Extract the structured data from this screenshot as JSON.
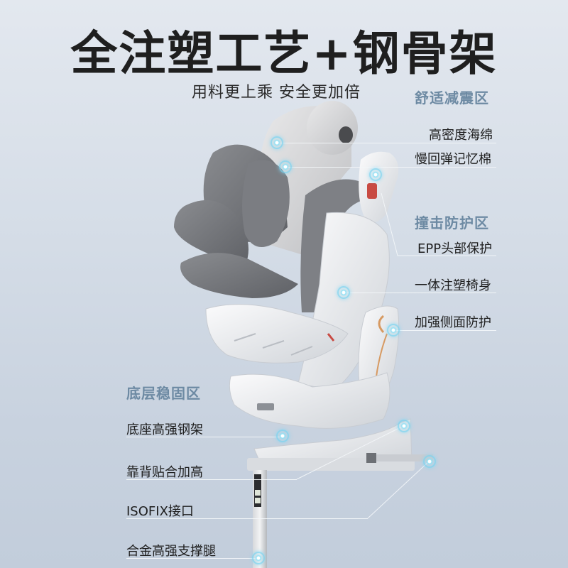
{
  "header": {
    "headline": "全注塑工艺+钢骨架",
    "subline": "用料更上乘 安全更加倍"
  },
  "zones": [
    {
      "title": "舒适减震区",
      "items": [
        {
          "label": "高密度海绵"
        },
        {
          "label": "慢回弹记忆棉"
        }
      ]
    },
    {
      "title": "撞击防护区",
      "items": [
        {
          "label": "EPP头部保护"
        },
        {
          "label": "一体注塑椅身"
        },
        {
          "label": "加强侧面防护"
        }
      ]
    },
    {
      "title": "底层稳固区",
      "items": [
        {
          "label": "底座高强钢架"
        },
        {
          "label": "靠背贴合加高"
        },
        {
          "label": "ISOFIX接口"
        },
        {
          "label": "合金高强支撑腿"
        }
      ]
    }
  ],
  "colors": {
    "zone_title": "#6d8aa3",
    "label_text": "#1e1e1e",
    "headline": "#1f1f1f",
    "callout_dot": "#8fe0f5",
    "accent_copper": "#d79a62",
    "accent_red": "#c84a42"
  },
  "icons": {
    "callout": "callout-dot-icon"
  }
}
